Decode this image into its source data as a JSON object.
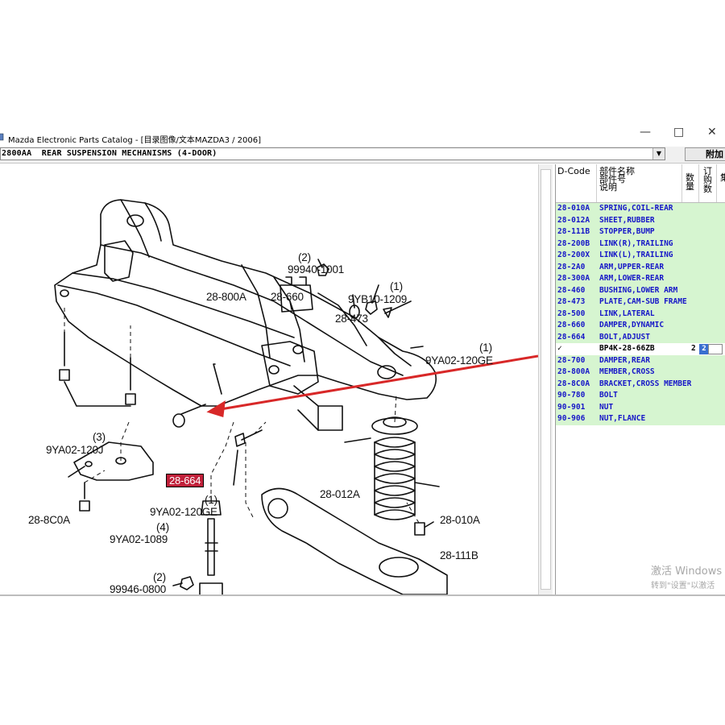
{
  "window": {
    "title": "Mazda Electronic Parts Catalog - [目录图像/文本MAZDA3 / 2006]",
    "controls": [
      "—",
      "□",
      "✕"
    ]
  },
  "toolbar": {
    "model_code": "2800AA",
    "model_description": "REAR SUSPENSION MECHANISMS (4-DOOR)",
    "add_button": "附加"
  },
  "diagram": {
    "labels": {
      "l_99940": "99940-1001",
      "l_99940_qty": "(2)",
      "l_28800a": "28-800A",
      "l_28660": "28-660",
      "l_9yb10": "9YB10-1209",
      "l_9yb10_qty": "(1)",
      "l_28473": "28-473",
      "l_9ya02_right": "9YA02-120GE",
      "l_9ya02_right_qty": "(1)",
      "l_9ya02_left": "9YA02-120J",
      "l_9ya02_left_qty": "(3)",
      "l_28664": "28-664",
      "l_28012a": "28-012A",
      "l_9ya02_mid": "9YA02-120GE",
      "l_9ya02_mid_qty": "(1)",
      "l_288c0a": "28-8C0A",
      "l_9ya02_1089": "9YA02-1089",
      "l_9ya02_1089_qty": "(4)",
      "l_28010a": "28-010A",
      "l_28111b": "28-111B",
      "l_99946": "99946-0800",
      "l_99946_qty": "(2)"
    },
    "highlight_color": "#c0203a",
    "arrow_color": "#d82828"
  },
  "parts_table": {
    "headers": {
      "dcode": "D-Code",
      "name1": "部件名称",
      "name2": "部件号",
      "name3": "说明",
      "qty": "数量",
      "order": "订购数",
      "extra": "集"
    },
    "rows": [
      {
        "code": "28-010A",
        "desc": "SPRING,COIL-REAR"
      },
      {
        "code": "28-012A",
        "desc": "SHEET,RUBBER"
      },
      {
        "code": "28-111B",
        "desc": "STOPPER,BUMP"
      },
      {
        "code": "28-200B",
        "desc": "LINK(R),TRAILING"
      },
      {
        "code": "28-200X",
        "desc": "LINK(L),TRAILING"
      },
      {
        "code": "28-2A0",
        "desc": "ARM,UPPER-REAR"
      },
      {
        "code": "28-300A",
        "desc": "ARM,LOWER-REAR"
      },
      {
        "code": "28-460",
        "desc": "BUSHING,LOWER ARM"
      },
      {
        "code": "28-473",
        "desc": "PLATE,CAM-SUB FRAME"
      },
      {
        "code": "28-500",
        "desc": "LINK,LATERAL"
      },
      {
        "code": "28-660",
        "desc": "DAMPER,DYNAMIC"
      },
      {
        "code": "28-664",
        "desc": "BOLT,ADJUST"
      },
      {
        "code": "✓",
        "desc": "BP4K-28-66ZB",
        "qty": "2",
        "order": "2",
        "selected": true
      },
      {
        "code": "28-700",
        "desc": "DAMPER,REAR"
      },
      {
        "code": "28-800A",
        "desc": "MEMBER,CROSS"
      },
      {
        "code": "28-8C0A",
        "desc": "BRACKET,CROSS MEMBER"
      },
      {
        "code": "90-780",
        "desc": "BOLT"
      },
      {
        "code": "90-901",
        "desc": "NUT"
      },
      {
        "code": "90-906",
        "desc": "NUT,FLANCE"
      }
    ],
    "row_color": "#d6f5d0",
    "code_color": "#1616c8"
  },
  "watermark": {
    "line1": "激活 Windows",
    "line2": "转到\"设置\"以激活"
  }
}
